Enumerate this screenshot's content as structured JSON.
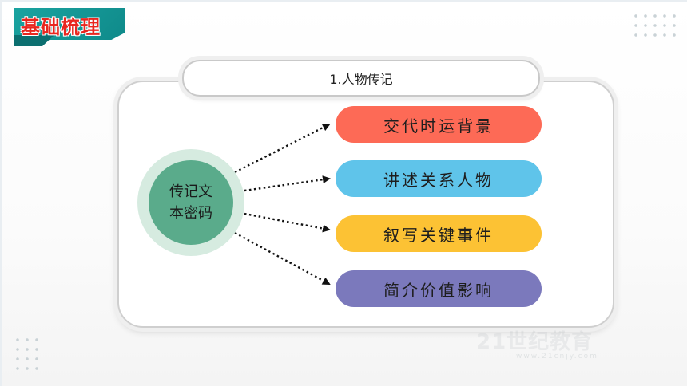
{
  "header": {
    "badge_label": "基础梳理"
  },
  "panel": {
    "title": "1.人物传记"
  },
  "center": {
    "line1": "传记文",
    "line2": "本密码"
  },
  "items": [
    {
      "label": "交代时运背景",
      "color": "#fd6a56"
    },
    {
      "label": "讲述关系人物",
      "color": "#5fc4ea"
    },
    {
      "label": "叙写关键事件",
      "color": "#fcc234"
    },
    {
      "label": "简介价值影响",
      "color": "#7b79bc"
    }
  ],
  "watermark": {
    "brand": "21世纪教育",
    "url": "www.21cnjy.com"
  }
}
